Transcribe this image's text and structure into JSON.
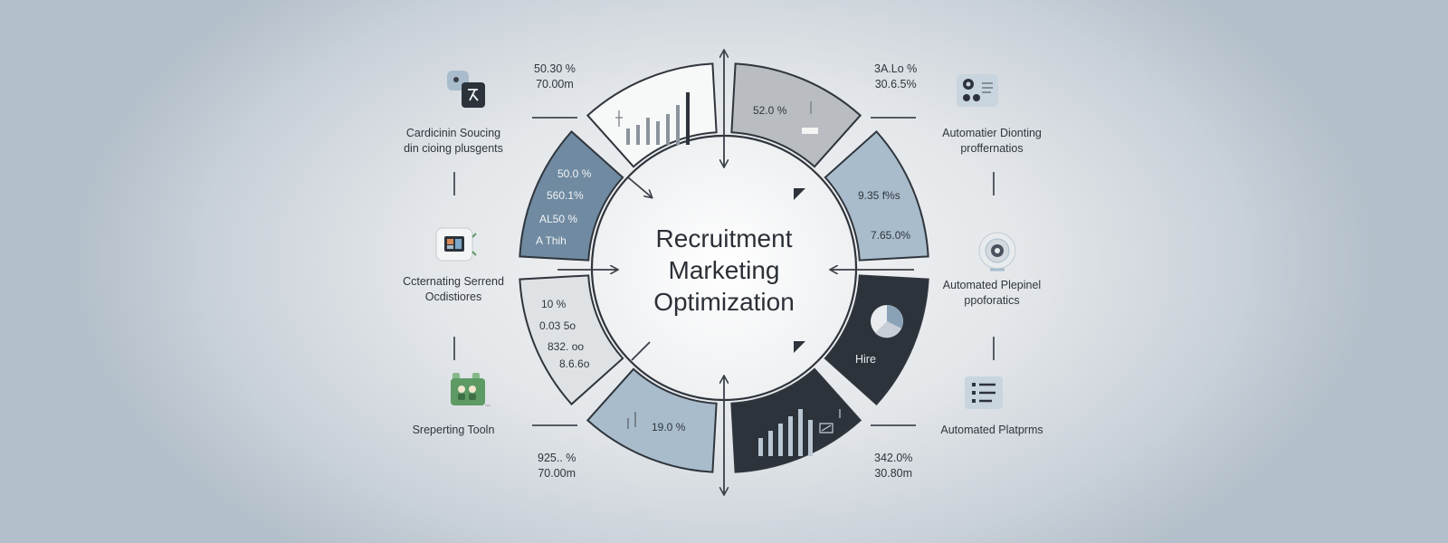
{
  "title_lines": [
    "Recruitment",
    "Marketing",
    "Optimization"
  ],
  "segments": {
    "top_left_bar_chart": {
      "bars": [
        18,
        22,
        30,
        26,
        34,
        44,
        58
      ]
    },
    "top_right_value": "52.0 %",
    "right_upper_values": [
      "9.35 f%s",
      "7.65.0%"
    ],
    "right_lower_label": "Hire",
    "bottom_right_bar_chart": {
      "bars": [
        20,
        28,
        36,
        44,
        52,
        40
      ]
    },
    "bottom_left_value": "19.0 %",
    "left_lower_values": [
      "10 %",
      "0.03 5o",
      "832. oo",
      "8.6.6o"
    ],
    "left_upper_values": [
      "50.0 %",
      "560.1%",
      "AL50 %",
      "A Thih"
    ]
  },
  "left_items": [
    {
      "label_lines": [
        "Cardicinin Soucing",
        "din cioing plusgents"
      ],
      "icon": "toggle-app-icon"
    },
    {
      "label_lines": [
        "Ccternating Serrend",
        "Ocdistiores"
      ],
      "icon": "screen-app-icon"
    },
    {
      "label_lines": [
        "Sreperting Tooln"
      ],
      "icon": "team-folder-icon"
    }
  ],
  "right_items": [
    {
      "label_lines": [
        "Automatier Dionting",
        "proffernatios"
      ],
      "icon": "profile-card-icon"
    },
    {
      "label_lines": [
        "Automated Plepinel",
        "ppoforatics"
      ],
      "icon": "target-search-icon"
    },
    {
      "label_lines": [
        "Automated Platprms"
      ],
      "icon": "list-document-icon"
    }
  ],
  "corner_stats": {
    "top_left": [
      "50.30 %",
      "70.00m"
    ],
    "top_right": [
      "3A.Lo %",
      "30.6.5%"
    ],
    "bottom_left": [
      "925.. %",
      "70.00m"
    ],
    "bottom_right": [
      "342.0%",
      "30.80m"
    ]
  },
  "colors": {
    "slate": "#6f8aa1",
    "light_blue": "#a9bccb",
    "pale": "#dfe2e5",
    "grey": "#b9bdc2",
    "dark": "#2d333b",
    "white": "#f7f8f8",
    "accent_green": "#5d9a64"
  }
}
